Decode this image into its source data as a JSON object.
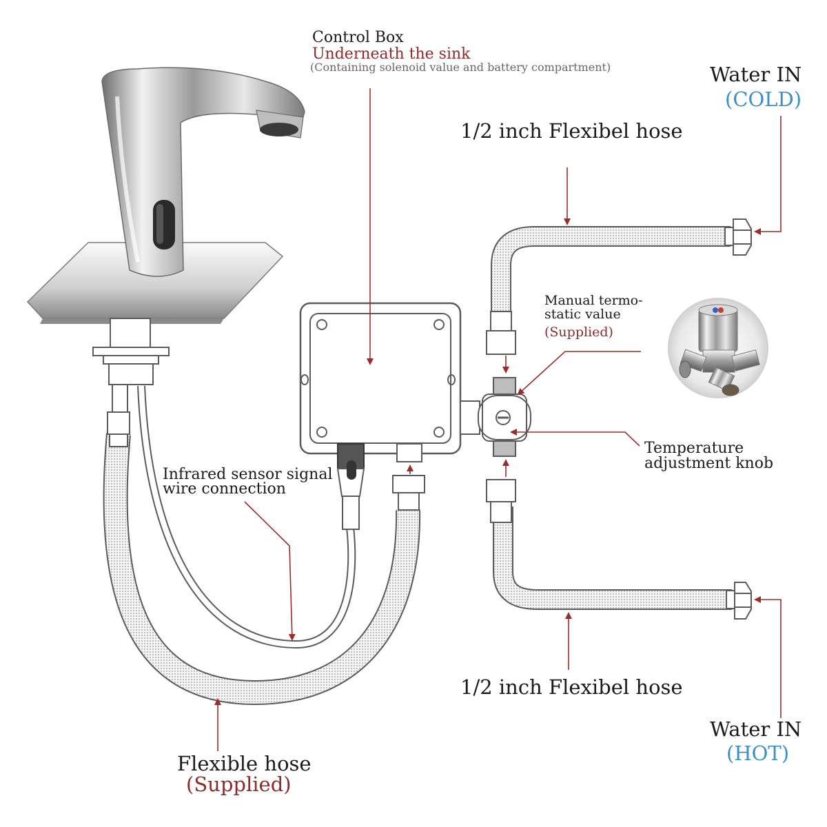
{
  "colors": {
    "arrow": "#9b2c2c",
    "accent_red": "#8b2b2b",
    "accent_blue": "#3b8fc4",
    "line": "#5a5a5a",
    "chrome": "#c8c8c8"
  },
  "labels": {
    "control_box_title": "Control Box",
    "control_box_location": "Underneath the sink",
    "control_box_note": "(Containing solenoid value and battery compartment)",
    "water_in_cold": "Water IN",
    "cold": "(COLD)",
    "hose_top": "1/2 inch Flexibel hose",
    "valve_line1": "Manual termo-",
    "valve_line2": "static value",
    "valve_supplied": "(Supplied)",
    "temp_line1": "Temperature",
    "temp_line2": "adjustment knob",
    "sensor_line1": "Infrared sensor signal",
    "sensor_line2": "wire connection",
    "hose_bottom": "1/2 inch Flexibel hose",
    "water_in_hot": "Water IN",
    "hot": "(HOT)",
    "flexible_hose": "Flexible hose",
    "flexible_supplied": "(Supplied)"
  },
  "icons": [
    "faucet-image",
    "valve-photo",
    "control-box-icon",
    "thermostatic-valve-icon",
    "hex-nut-icon"
  ]
}
